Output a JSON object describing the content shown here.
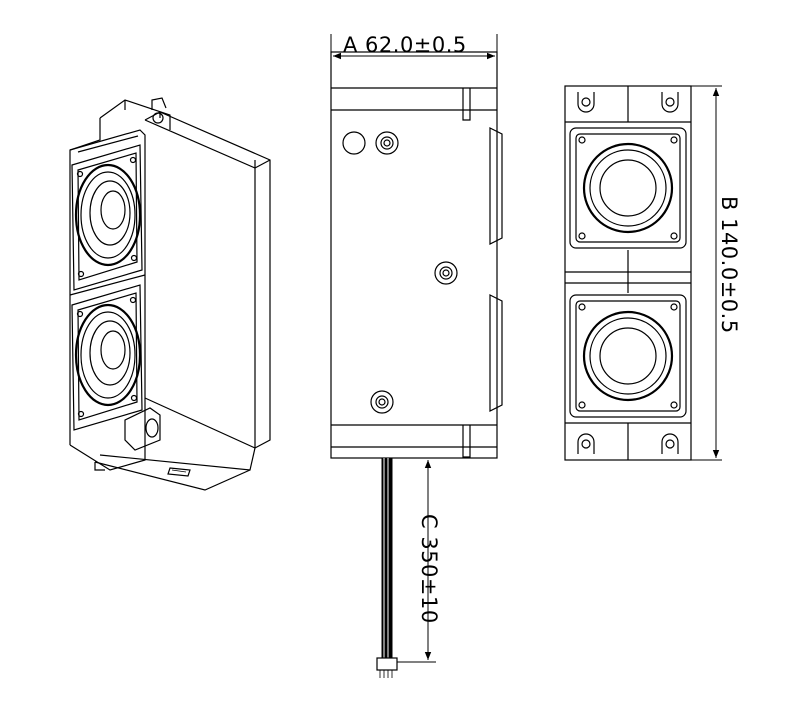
{
  "dimensions": {
    "width_label": "A 62.0±0.5",
    "height_label": "B 140.0±0.5",
    "cable_label": "C 350±10"
  },
  "colors": {
    "line": "#000000",
    "background": "#ffffff",
    "hatch": "#000000"
  },
  "views": [
    "isometric-view",
    "front-view",
    "back-view"
  ]
}
